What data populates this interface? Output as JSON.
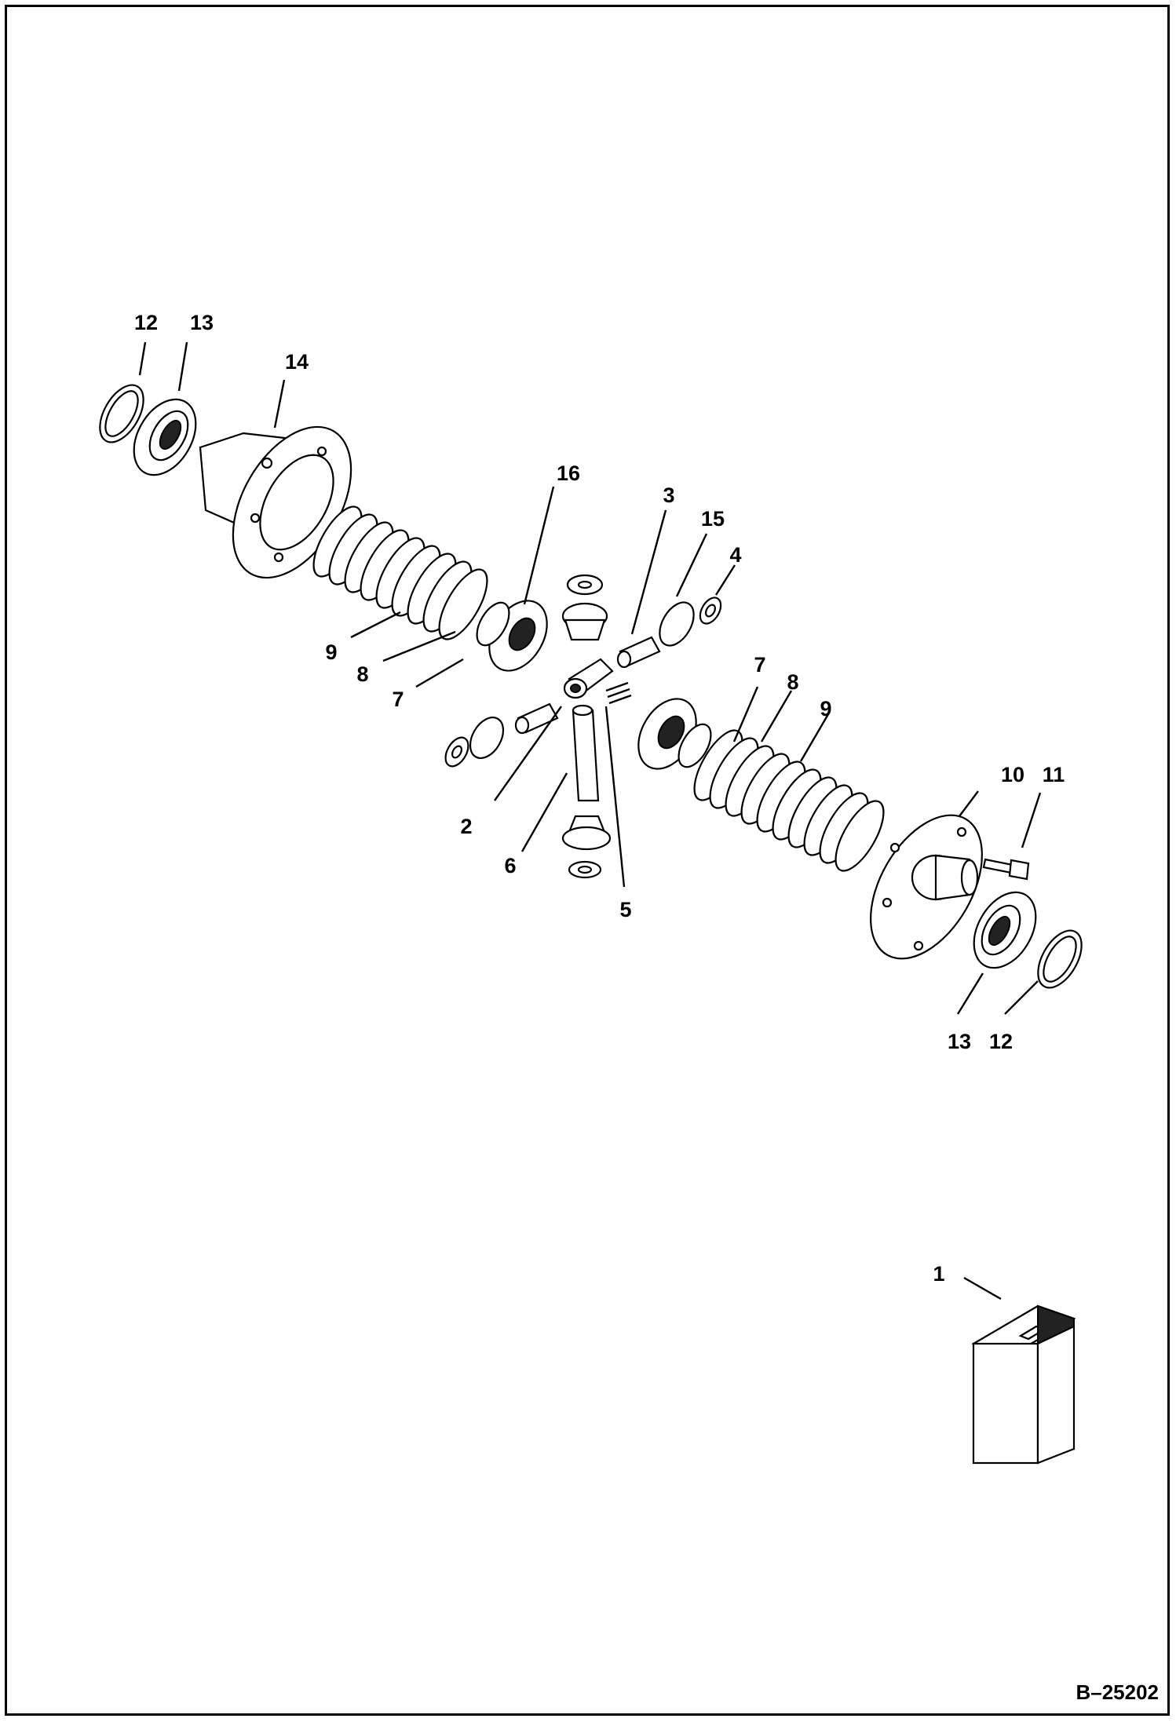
{
  "callouts": {
    "c12a": "12",
    "c13a": "13",
    "c14": "14",
    "c16": "16",
    "c3": "3",
    "c15": "15",
    "c4": "4",
    "c9a": "9",
    "c8a": "8",
    "c7a": "7",
    "c7b": "7",
    "c8b": "8",
    "c9b": "9",
    "c2": "2",
    "c6": "6",
    "c5": "5",
    "c10": "10",
    "c11": "11",
    "c13b": "13",
    "c12b": "12",
    "c1": "1"
  },
  "figure_id": "B–25202",
  "colors": {
    "ink": "#000000",
    "paper": "#ffffff"
  }
}
